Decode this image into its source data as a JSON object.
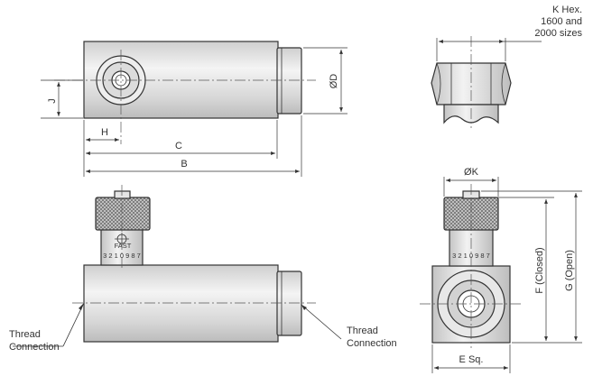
{
  "labels": {
    "k_hex": [
      "K Hex.",
      "1600 and",
      "2000 sizes"
    ],
    "dim_d": "ØD",
    "dim_j": "J",
    "dim_h": "H",
    "dim_c": "C",
    "dim_b": "B",
    "dim_k": "ØK",
    "dim_e": "E Sq.",
    "dim_f": "F (Closed)",
    "dim_g": "G (Open)",
    "fast": "FAST",
    "scale_digits": "3 2 1 0 9 8 7",
    "thread_left": [
      "Thread",
      "Connection"
    ],
    "thread_right": [
      "Thread",
      "Connection"
    ]
  },
  "colors": {
    "line": "#333333",
    "body_fill": "#d9d9d9",
    "knurl_fill": "#bdbdbd"
  }
}
